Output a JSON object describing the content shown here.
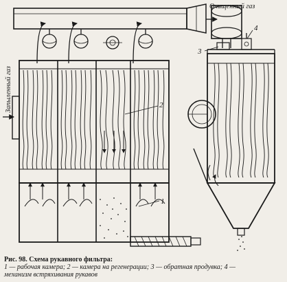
{
  "labels": {
    "clean_gas": "Очищенный газ",
    "dusty_gas": "Запыленный газ",
    "callout_1": "1",
    "callout_2": "2",
    "callout_3": "3",
    "callout_4": "4"
  },
  "caption": {
    "title": "Рис. 98. Схема рукавного фильтра:",
    "legend_line1": "1 — рабочая камера; 2 — камера на регенерации; 3 — обратная продувка; 4 —",
    "legend_line2": "механизм встряхивания рукавов"
  },
  "colors": {
    "ink": "#1a1a1a",
    "paper": "#f1eee8"
  }
}
